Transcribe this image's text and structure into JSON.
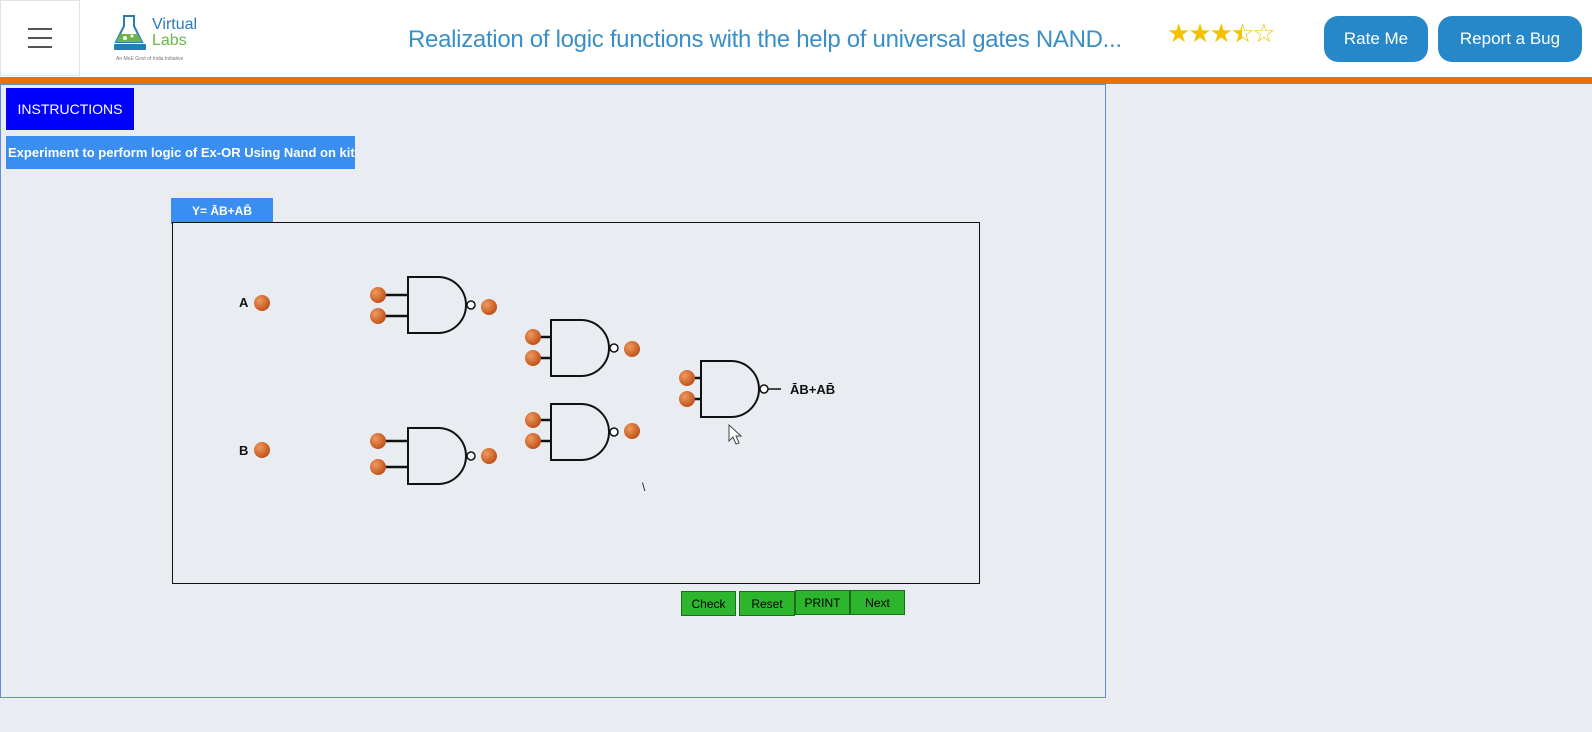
{
  "header": {
    "menu_icon": "hamburger-icon",
    "logo": {
      "line1": "Virtual",
      "line2": "Labs",
      "tagline": "An MoE Govt of India Initiative"
    },
    "title": "Realization of logic functions with the help of universal gates NAND...",
    "rating": {
      "value": 3.5,
      "max": 5
    },
    "rate_label": "Rate Me",
    "bug_label": "Report a Bug"
  },
  "colors": {
    "accent_orange": "#e8710a",
    "button_blue": "#2688c9",
    "instructions_blue": "#0000ff",
    "banner_blue": "#3a8ef0",
    "control_green": "#2db52d",
    "terminal_orange": "#d8682c"
  },
  "main": {
    "instructions_label": "INSTRUCTIONS",
    "experiment_title": "Experiment to perform logic of Ex-OR Using Nand on kit",
    "formula_tab": "Y= ĀB+AB̄",
    "circuit": {
      "input_a_label": "A",
      "input_b_label": "B",
      "output_label": "ĀB+AB̄",
      "stray_mark": "\\"
    },
    "controls": {
      "check": "Check",
      "reset": "Reset",
      "print": "PRINT",
      "next": "Next"
    }
  }
}
